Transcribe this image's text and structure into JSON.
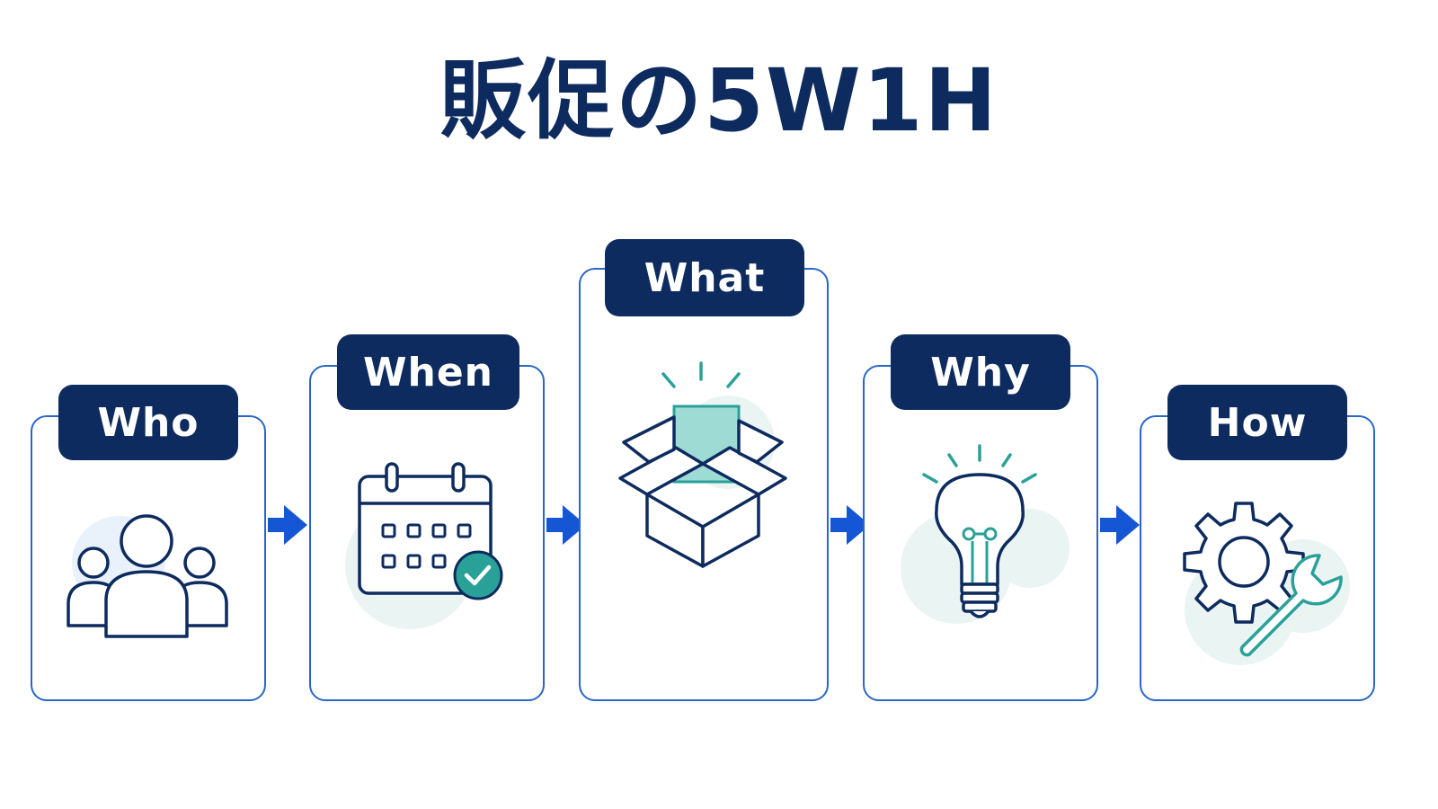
{
  "title": "販促の5W1H",
  "colors": {
    "navy": "#0d2b5e",
    "border_blue": "#2a66c8",
    "arrow_blue": "#1556d4",
    "teal": "#2aa198",
    "teal_light": "#9ddbd4",
    "blob": "#eaf4f3"
  },
  "steps": [
    {
      "label": "Who",
      "icon": "people-icon"
    },
    {
      "label": "When",
      "icon": "calendar-check-icon"
    },
    {
      "label": "What",
      "icon": "open-box-icon"
    },
    {
      "label": "Why",
      "icon": "lightbulb-icon"
    },
    {
      "label": "How",
      "icon": "gear-wrench-icon"
    }
  ]
}
